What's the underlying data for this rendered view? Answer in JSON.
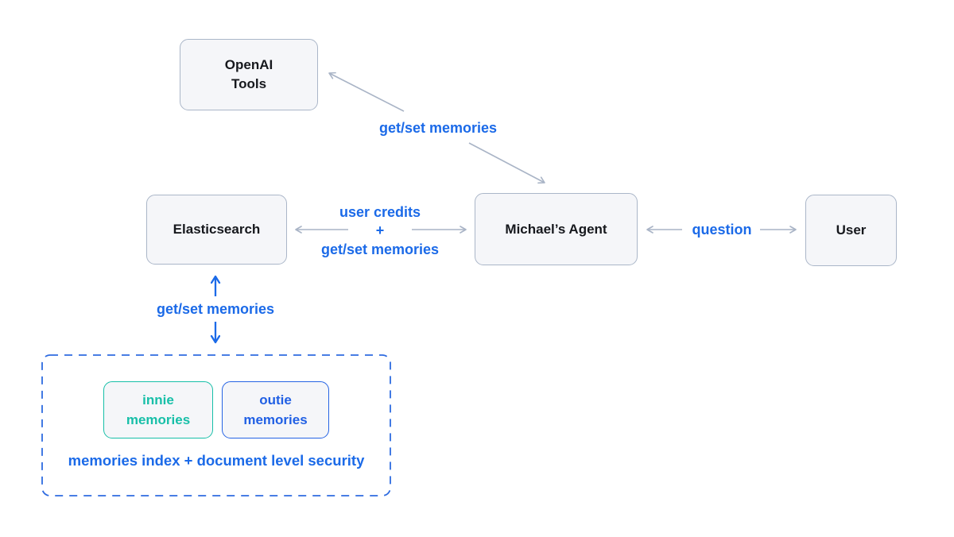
{
  "diagram": {
    "background": "#ffffff",
    "colors": {
      "label_blue": "#1b6ae8",
      "arrow_gray": "#a9b4c6",
      "node_border_gray": "#aab6c8",
      "node_fill": "#f5f6f9",
      "node_text": "#16181d",
      "innie_teal": "#17bfa8",
      "outie_blue": "#2160e4",
      "dashed_container_blue": "#2e6be0"
    },
    "nodes": {
      "openai_tools": {
        "line1": "OpenAI",
        "line2": "Tools"
      },
      "elasticsearch": {
        "label": "Elasticsearch"
      },
      "michaels_agent": {
        "label": "Michael’s Agent"
      },
      "user": {
        "label": "User"
      },
      "innie_memories": {
        "line1": "innie",
        "line2": "memories"
      },
      "outie_memories": {
        "line1": "outie",
        "line2": "memories"
      }
    },
    "edges": {
      "agent_openai": {
        "label": "get/set memories"
      },
      "elasticsearch_agent": {
        "line1": "user credits",
        "line2": "+",
        "line3": "get/set memories"
      },
      "agent_user": {
        "label": "question"
      },
      "elasticsearch_memories": {
        "label": "get/set memories"
      }
    },
    "memories_container": {
      "caption": "memories index + document level security"
    }
  }
}
